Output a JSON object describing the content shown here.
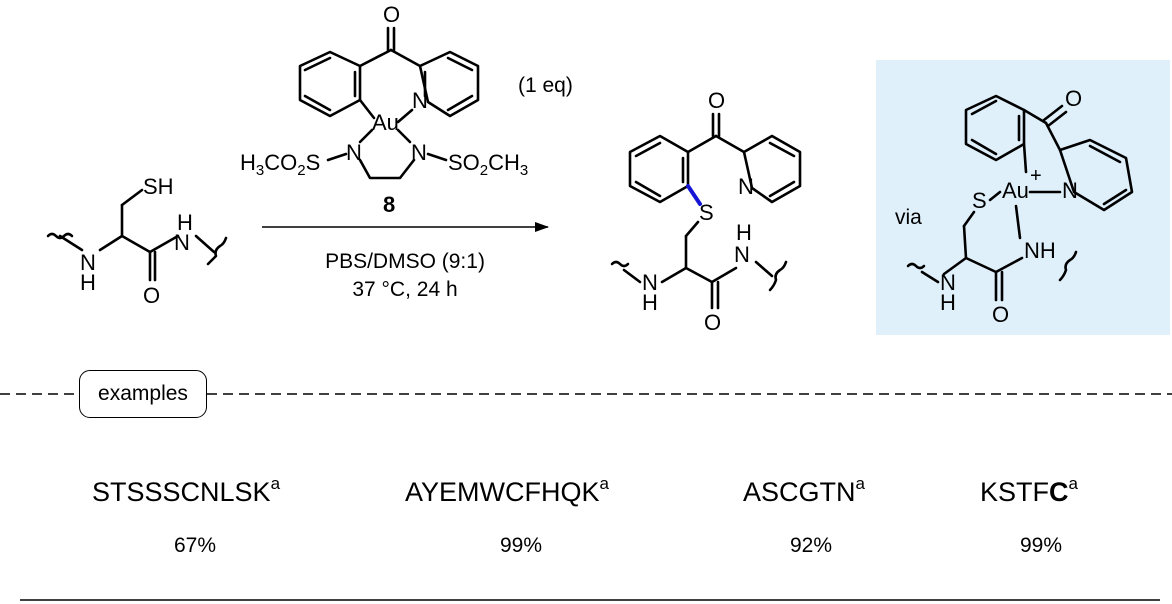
{
  "scheme": {
    "reagent": {
      "compound_number": "8",
      "equivalents": "(1 eq)",
      "metal": "Au",
      "left_sulfonyl": "H3CO2S",
      "right_sulfonyl": "SO2CH3"
    },
    "conditions": {
      "solvent": "PBS/DMSO (9:1)",
      "temp_time": "37 °C, 24 h"
    },
    "intermediate": {
      "prefix": "via",
      "metal": "Au",
      "charge": "+",
      "background_color": "#dff0fa"
    },
    "highlight_bond_color": "#1515d6"
  },
  "examples": {
    "label": "examples",
    "items": [
      {
        "sequence_plain": "STSSSCNLSK",
        "sequence_bold": "",
        "note": "a",
        "yield": "67%"
      },
      {
        "sequence_plain": "AYEMWCFHQK",
        "sequence_bold": "",
        "note": "a",
        "yield": "99%"
      },
      {
        "sequence_plain": "ASCGTN",
        "sequence_bold": "",
        "note": "a",
        "yield": "92%"
      },
      {
        "sequence_plain": "KSTF",
        "sequence_bold": "C",
        "note": "a",
        "yield": "99%"
      }
    ]
  }
}
